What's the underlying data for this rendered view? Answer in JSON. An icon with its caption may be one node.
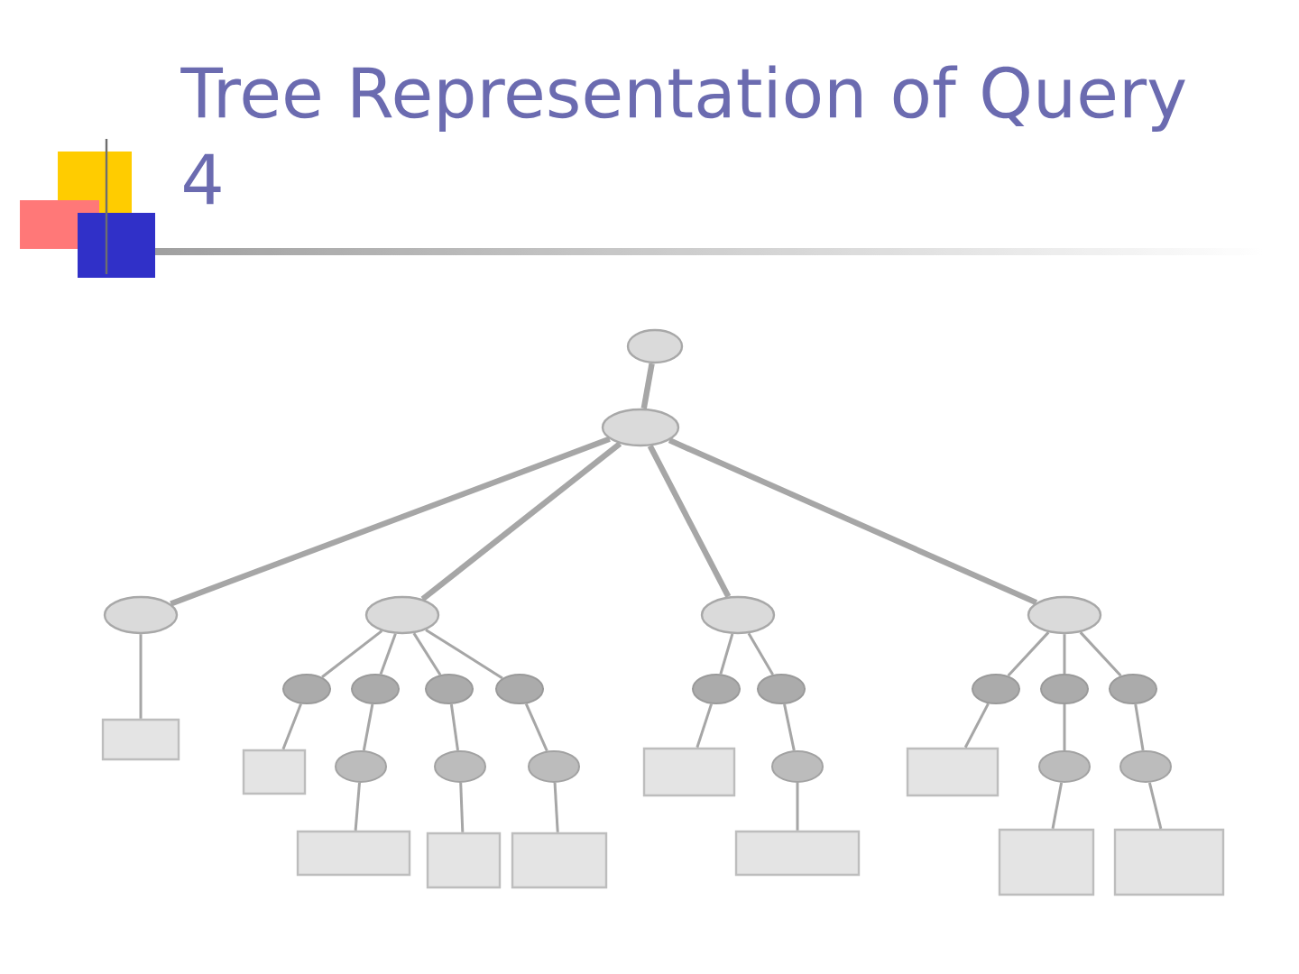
{
  "diagram": {
    "title": "Tree Representation of Query 4",
    "nodes": [
      {
        "text": [],
        "shape": "ellipse"
      },
      {
        "text": [],
        "shape": "ellipse"
      },
      {
        "text": [],
        "shape": "ellipse"
      },
      {
        "text": [],
        "shape": "ellipse"
      },
      {
        "text": [],
        "shape": "ellipse"
      },
      {
        "text": [],
        "shape": "ellipse"
      },
      {
        "text": [],
        "shape": "ellipse"
      },
      {
        "text": [],
        "shape": "ellipse"
      },
      {
        "text": [],
        "shape": "ellipse"
      },
      {
        "text": [],
        "shape": "ellipse"
      },
      {
        "text": [],
        "shape": "ellipse"
      },
      {
        "text": [],
        "shape": "ellipse"
      },
      {
        "text": [],
        "shape": "ellipse"
      },
      {
        "text": [],
        "shape": "ellipse"
      },
      {
        "text": [],
        "shape": "ellipse"
      },
      {
        "text": [],
        "shape": "box"
      },
      {
        "text": [],
        "shape": "box"
      },
      {
        "text": [],
        "shape": "ellipse"
      },
      {
        "text": [],
        "shape": "ellipse"
      },
      {
        "text": [],
        "shape": "ellipse"
      },
      {
        "text": [],
        "shape": "box"
      },
      {
        "text": [],
        "shape": "ellipse"
      },
      {
        "text": [],
        "shape": "box"
      },
      {
        "text": [],
        "shape": "ellipse"
      },
      {
        "text": [],
        "shape": "ellipse"
      },
      {
        "text": [],
        "shape": "box"
      },
      {
        "text": [],
        "shape": "box"
      },
      {
        "text": [],
        "shape": "box"
      },
      {
        "text": [],
        "shape": "box"
      },
      {
        "text": [],
        "shape": "box"
      },
      {
        "text": [],
        "shape": "box"
      }
    ],
    "edges": [
      {
        "from": 0,
        "to": 1,
        "arrow": "none",
        "style": "thick"
      },
      {
        "from": 1,
        "to": 2,
        "arrow": "none",
        "style": "thick"
      },
      {
        "from": 1,
        "to": 3,
        "arrow": "none",
        "style": "thick"
      },
      {
        "from": 1,
        "to": 4,
        "arrow": "none",
        "style": "thick"
      },
      {
        "from": 1,
        "to": 5,
        "arrow": "none",
        "style": "thick"
      },
      {
        "from": 2,
        "to": 15,
        "arrow": "none"
      },
      {
        "from": 3,
        "to": 6,
        "arrow": "none"
      },
      {
        "from": 3,
        "to": 7,
        "arrow": "none"
      },
      {
        "from": 3,
        "to": 8,
        "arrow": "none"
      },
      {
        "from": 3,
        "to": 9,
        "arrow": "none"
      },
      {
        "from": 4,
        "to": 10,
        "arrow": "none"
      },
      {
        "from": 4,
        "to": 11,
        "arrow": "none"
      },
      {
        "from": 5,
        "to": 12,
        "arrow": "none"
      },
      {
        "from": 5,
        "to": 13,
        "arrow": "none"
      },
      {
        "from": 5,
        "to": 14,
        "arrow": "none"
      },
      {
        "from": 6,
        "to": 16,
        "arrow": "none"
      },
      {
        "from": 7,
        "to": 17,
        "arrow": "none"
      },
      {
        "from": 8,
        "to": 18,
        "arrow": "none"
      },
      {
        "from": 9,
        "to": 19,
        "arrow": "none"
      },
      {
        "from": 10,
        "to": 20,
        "arrow": "none"
      },
      {
        "from": 11,
        "to": 21,
        "arrow": "none"
      },
      {
        "from": 12,
        "to": 22,
        "arrow": "none"
      },
      {
        "from": 13,
        "to": 23,
        "arrow": "none"
      },
      {
        "from": 14,
        "to": 24,
        "arrow": "none"
      },
      {
        "from": 17,
        "to": 25,
        "arrow": "none"
      },
      {
        "from": 18,
        "to": 26,
        "arrow": "none"
      },
      {
        "from": 19,
        "to": 27,
        "arrow": "none"
      },
      {
        "from": 21,
        "to": 28,
        "arrow": "none"
      },
      {
        "from": 23,
        "to": 29,
        "arrow": "none"
      },
      {
        "from": 24,
        "to": 30,
        "arrow": "none"
      }
    ]
  }
}
